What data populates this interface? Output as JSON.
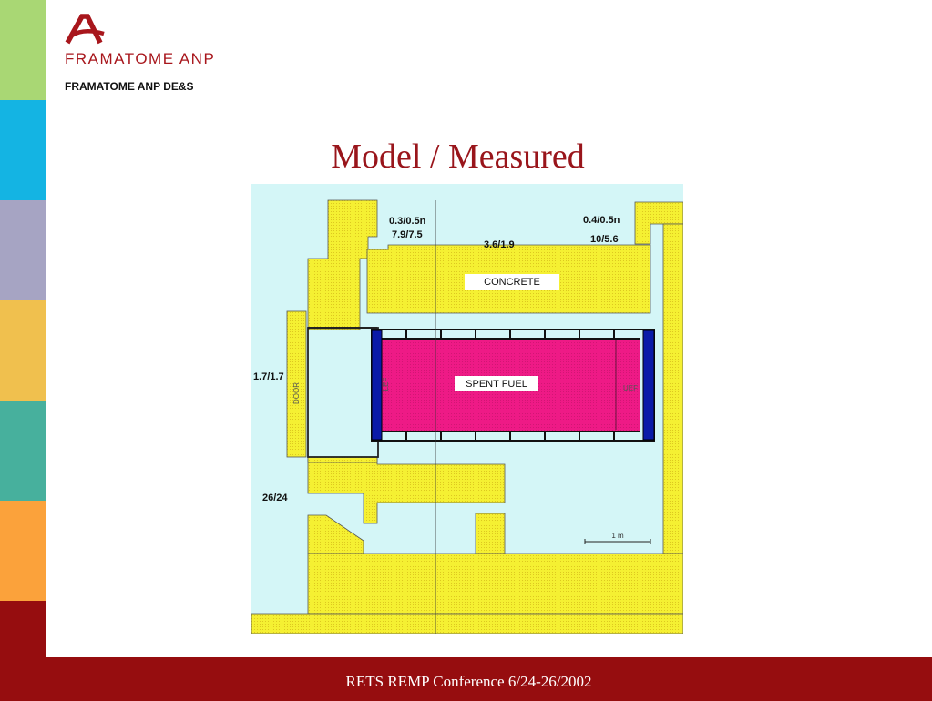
{
  "brand": {
    "name": "FRAMATOME ANP",
    "department": "FRAMATOME ANP DE&S",
    "stripe_colors": [
      "#a9d774",
      "#14b4e3",
      "#a6a4c3",
      "#f0c04e",
      "#47b09d",
      "#fba23b",
      "#960d0f"
    ]
  },
  "slide": {
    "title": "Model / Measured"
  },
  "diagram": {
    "colors": {
      "background": "#d4f6f7",
      "concrete": "#f5f032",
      "fuel": "#ee1a86",
      "end_fitting": "#0a1aa8"
    },
    "labels": {
      "region_top_left": [
        "0.3/0.5n",
        "7.9/7.5"
      ],
      "region_top_middle": "3.6/1.9",
      "region_top_right": [
        "0.4/0.5n",
        "10/5.6"
      ],
      "region_left": "1.7/1.7",
      "region_bottom_left": "26/24",
      "concrete": "CONCRETE",
      "spent_fuel": "SPENT FUEL",
      "door": "DOOR",
      "lef": "LEF",
      "uef": "UEF",
      "scale": "1 m"
    }
  },
  "footer": {
    "text": "RETS REMP Conference  6/24-26/2002"
  }
}
